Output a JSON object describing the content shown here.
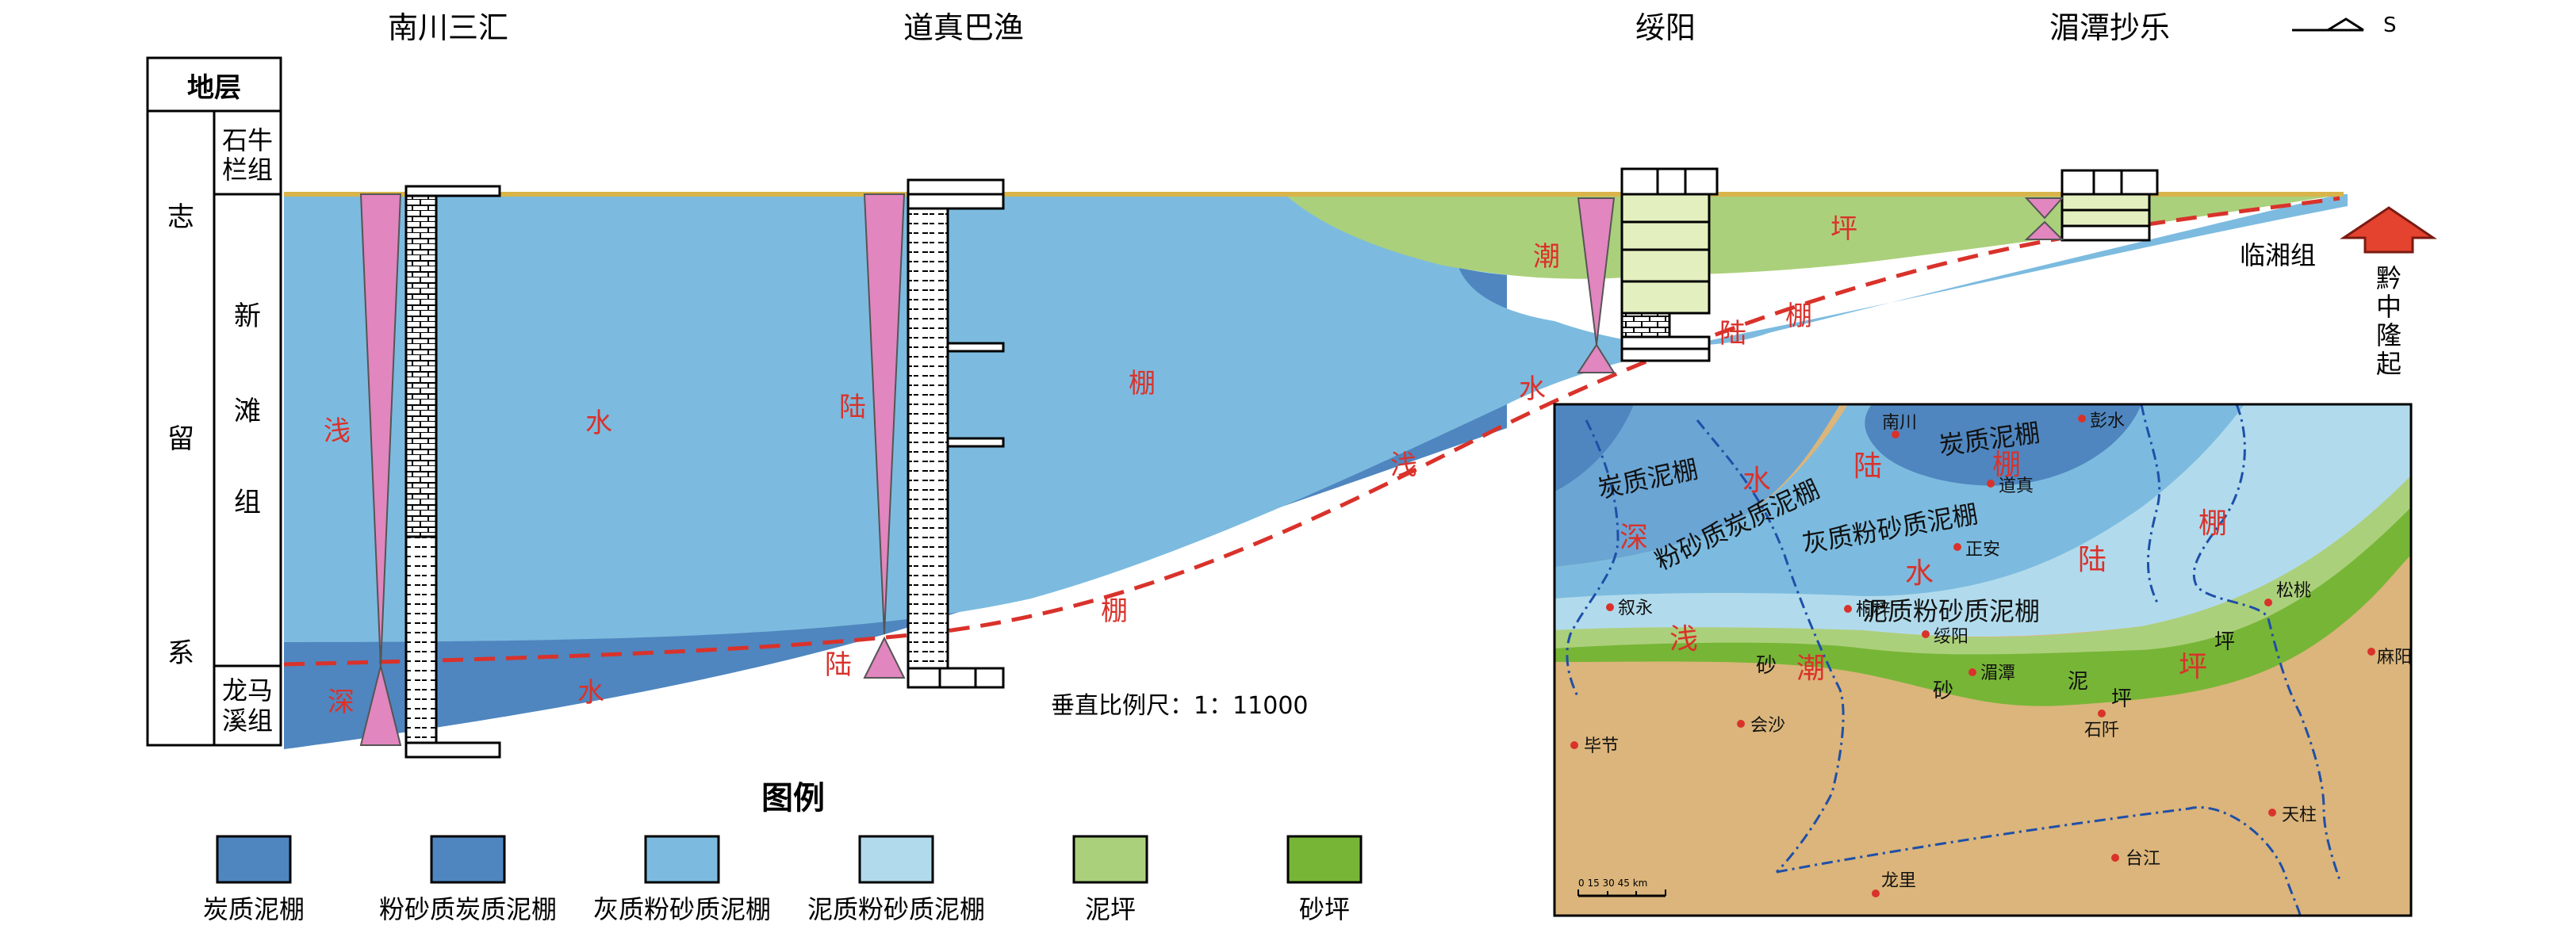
{
  "wells": {
    "nanchuan": "南川三汇",
    "daozhen": "道真巴渔",
    "suiyang": "绥阳",
    "meitan": "湄潭抄乐",
    "north_symbol": "S"
  },
  "strata_table": {
    "header": "地层",
    "system": [
      "志",
      "留",
      "系"
    ],
    "shiniulan": [
      "石牛",
      "栏组"
    ],
    "xintan": [
      "新",
      "滩",
      "组"
    ],
    "longmaxi": [
      "龙马",
      "溪组"
    ]
  },
  "facies_labels": {
    "shallow": "浅",
    "water": "水",
    "land": "陆",
    "shelf": "棚",
    "deep": "深",
    "tide": "潮",
    "flat": "坪"
  },
  "side_labels": {
    "linxiang": "临湘组",
    "uplift": [
      "黔",
      "中",
      "隆",
      "起"
    ]
  },
  "scale_text": "垂直比例尺：1：11000",
  "legend": {
    "title": "图例",
    "items": [
      {
        "label": "炭质泥棚",
        "color": "#4f86bf"
      },
      {
        "label": "粉砂质炭质泥棚",
        "color": "#4f86bf"
      },
      {
        "label": "灰质粉砂质泥棚",
        "color": "#7cbbdf"
      },
      {
        "label": "泥质粉砂质泥棚",
        "color": "#b1dbec"
      },
      {
        "label": "泥坪",
        "color": "#abd07b"
      },
      {
        "label": "砂坪",
        "color": "#77b536"
      }
    ]
  },
  "colors": {
    "carbonaceous": "#4f86bf",
    "calcareous": "#7cbbdf",
    "argillaceous": "#b1dbec",
    "mudflat": "#abd07b",
    "sandflat": "#77b536",
    "pink": "#e186bf",
    "red_label": "#d9322b",
    "land": "#dbb57b",
    "arrow": "#e4432f"
  },
  "inset_map": {
    "facies": {
      "carb1": "炭质泥棚",
      "carb2": "炭质泥棚",
      "silty_carb": "粉砂质炭质泥棚",
      "calc": "灰质粉砂质泥棚",
      "argil": "泥质粉砂质泥棚"
    },
    "words": {
      "deep": "深",
      "water1": "水",
      "land1": "陆",
      "shelf1": "棚",
      "water2": "水",
      "land2": "陆",
      "shelf2": "棚",
      "shallow": "浅",
      "tide": "潮",
      "flat": "坪"
    },
    "black_words": {
      "sand1": "砂",
      "sand2": "砂",
      "mud": "泥",
      "ping1": "坪",
      "ping2": "坪"
    },
    "towns": [
      "南川",
      "彭水",
      "道真",
      "正安",
      "叙永",
      "桐梓",
      "绥阳",
      "湄潭",
      "松桃",
      "会沙",
      "毕节",
      "石阡",
      "麻阳",
      "天柱",
      "台江",
      "龙里"
    ],
    "scale_bar": "0   15   30   45 km"
  }
}
